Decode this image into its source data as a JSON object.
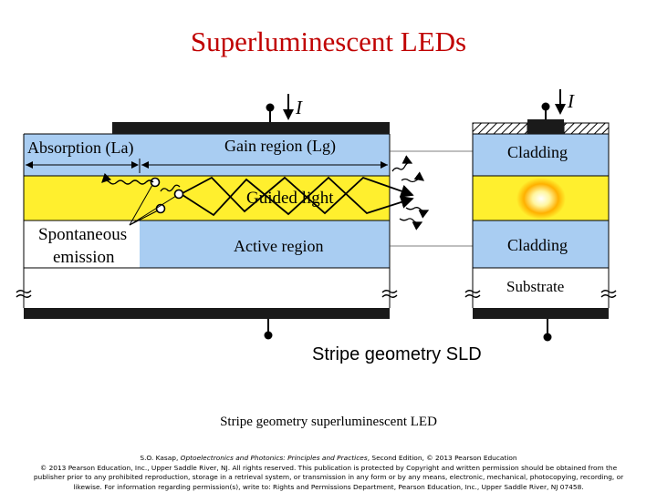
{
  "title": "Superluminescent LEDs",
  "diagram": {
    "current_label": "I",
    "labels": {
      "absorption": "Absorption (La)",
      "gain_region": "Gain region (Lg)",
      "guided_light": "Guided light",
      "spontaneous_line1": "Spontaneous",
      "spontaneous_line2": "emission",
      "active_region": "Active region",
      "cladding_top": "Cladding",
      "cladding_bottom": "Cladding",
      "substrate": "Substrate"
    },
    "caption": "Stripe geometry SLD",
    "colors": {
      "cladding": "#a9cdf2",
      "active": "#ffef2e",
      "electrode": "#1a1a1a",
      "title": "#c00000"
    }
  },
  "subcaption": "Stripe geometry superluminescent LED",
  "credit": {
    "line1_prefix": "S.O. Kasap, ",
    "line1_book": "Optoelectronics and Photonics: Principles and Practices",
    "line1_suffix": ", Second Edition, © 2013 Pearson Education",
    "line2": "© 2013 Pearson Education, Inc., Upper Saddle River, NJ. All rights reserved. This publication is protected by Copyright and written permission should be obtained from the",
    "line3": "publisher prior to any prohibited reproduction, storage in a retrieval system, or transmission in any form or by any means, electronic, mechanical, photocopying, recording, or",
    "line4": "likewise. For information regarding permission(s), write to: Rights and Permissions Department, Pearson Education, Inc., Upper Saddle River, NJ 07458."
  }
}
